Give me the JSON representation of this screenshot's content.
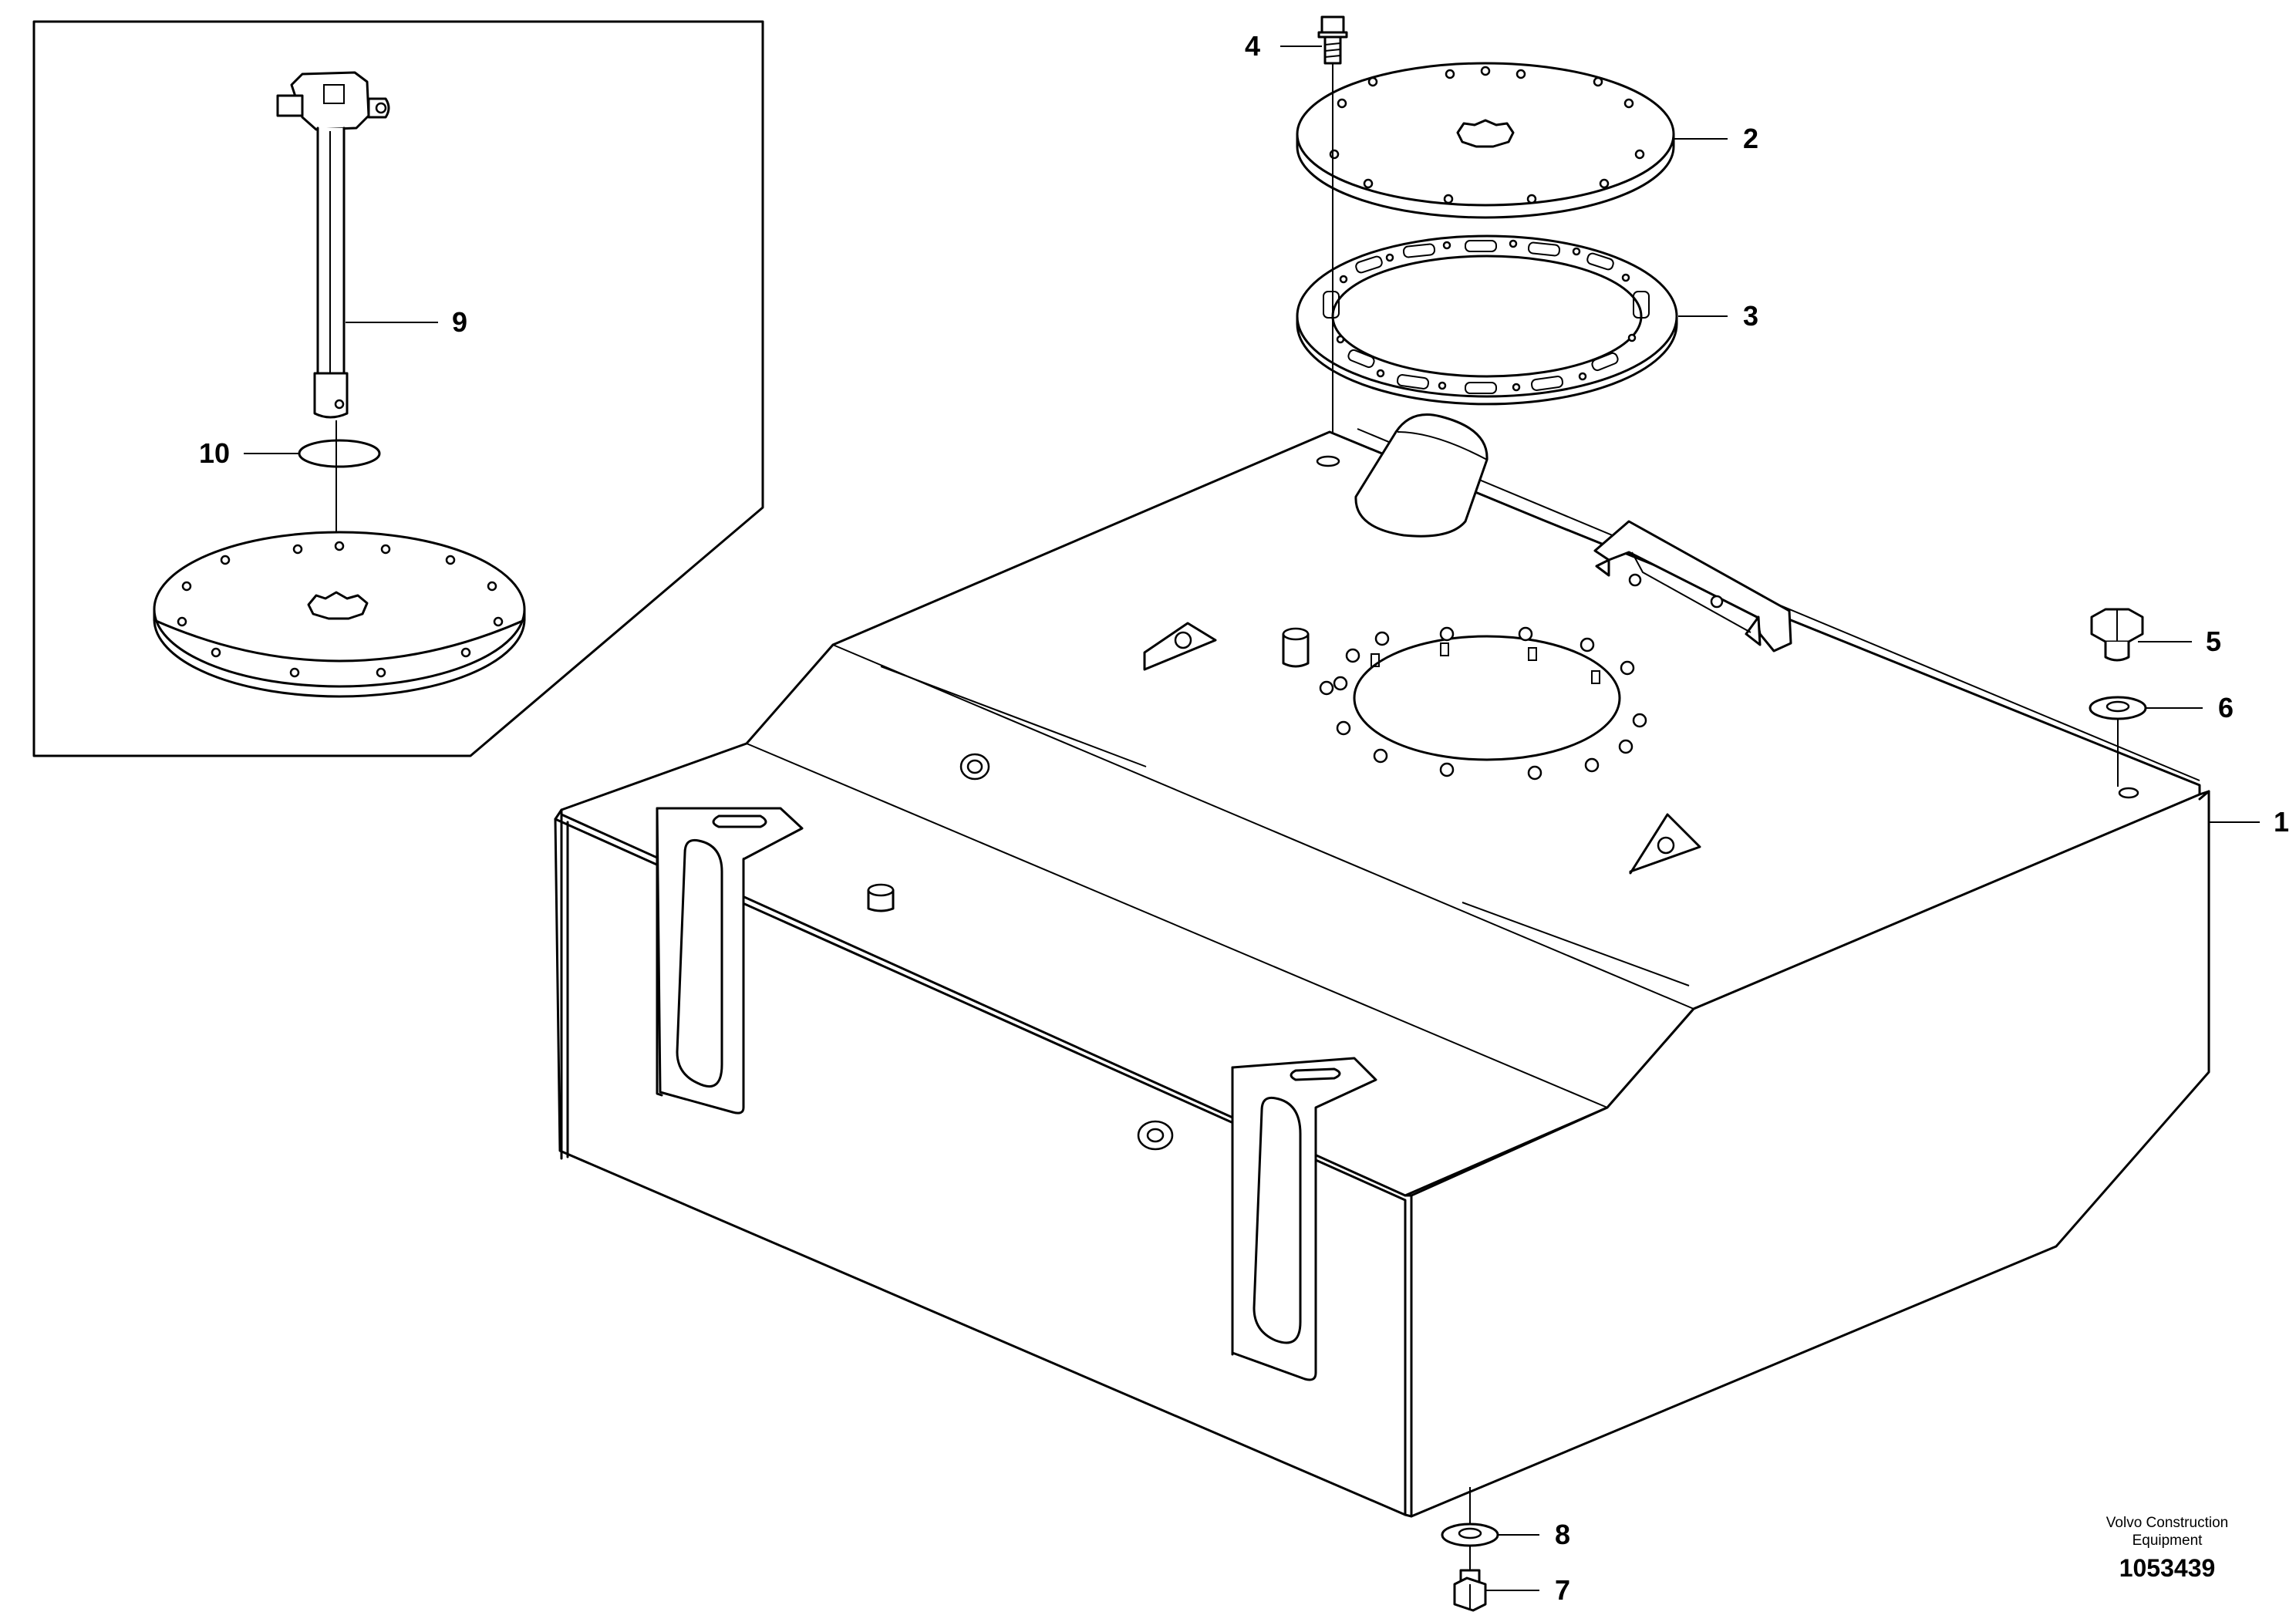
{
  "callouts": {
    "c1": "1",
    "c2": "2",
    "c3": "3",
    "c4": "4",
    "c5": "5",
    "c6": "6",
    "c7": "7",
    "c8": "8",
    "c9": "9",
    "c10": "10"
  },
  "credit": {
    "line1": "Volvo Construction",
    "line2": "Equipment",
    "drawing_number": "1053439"
  }
}
